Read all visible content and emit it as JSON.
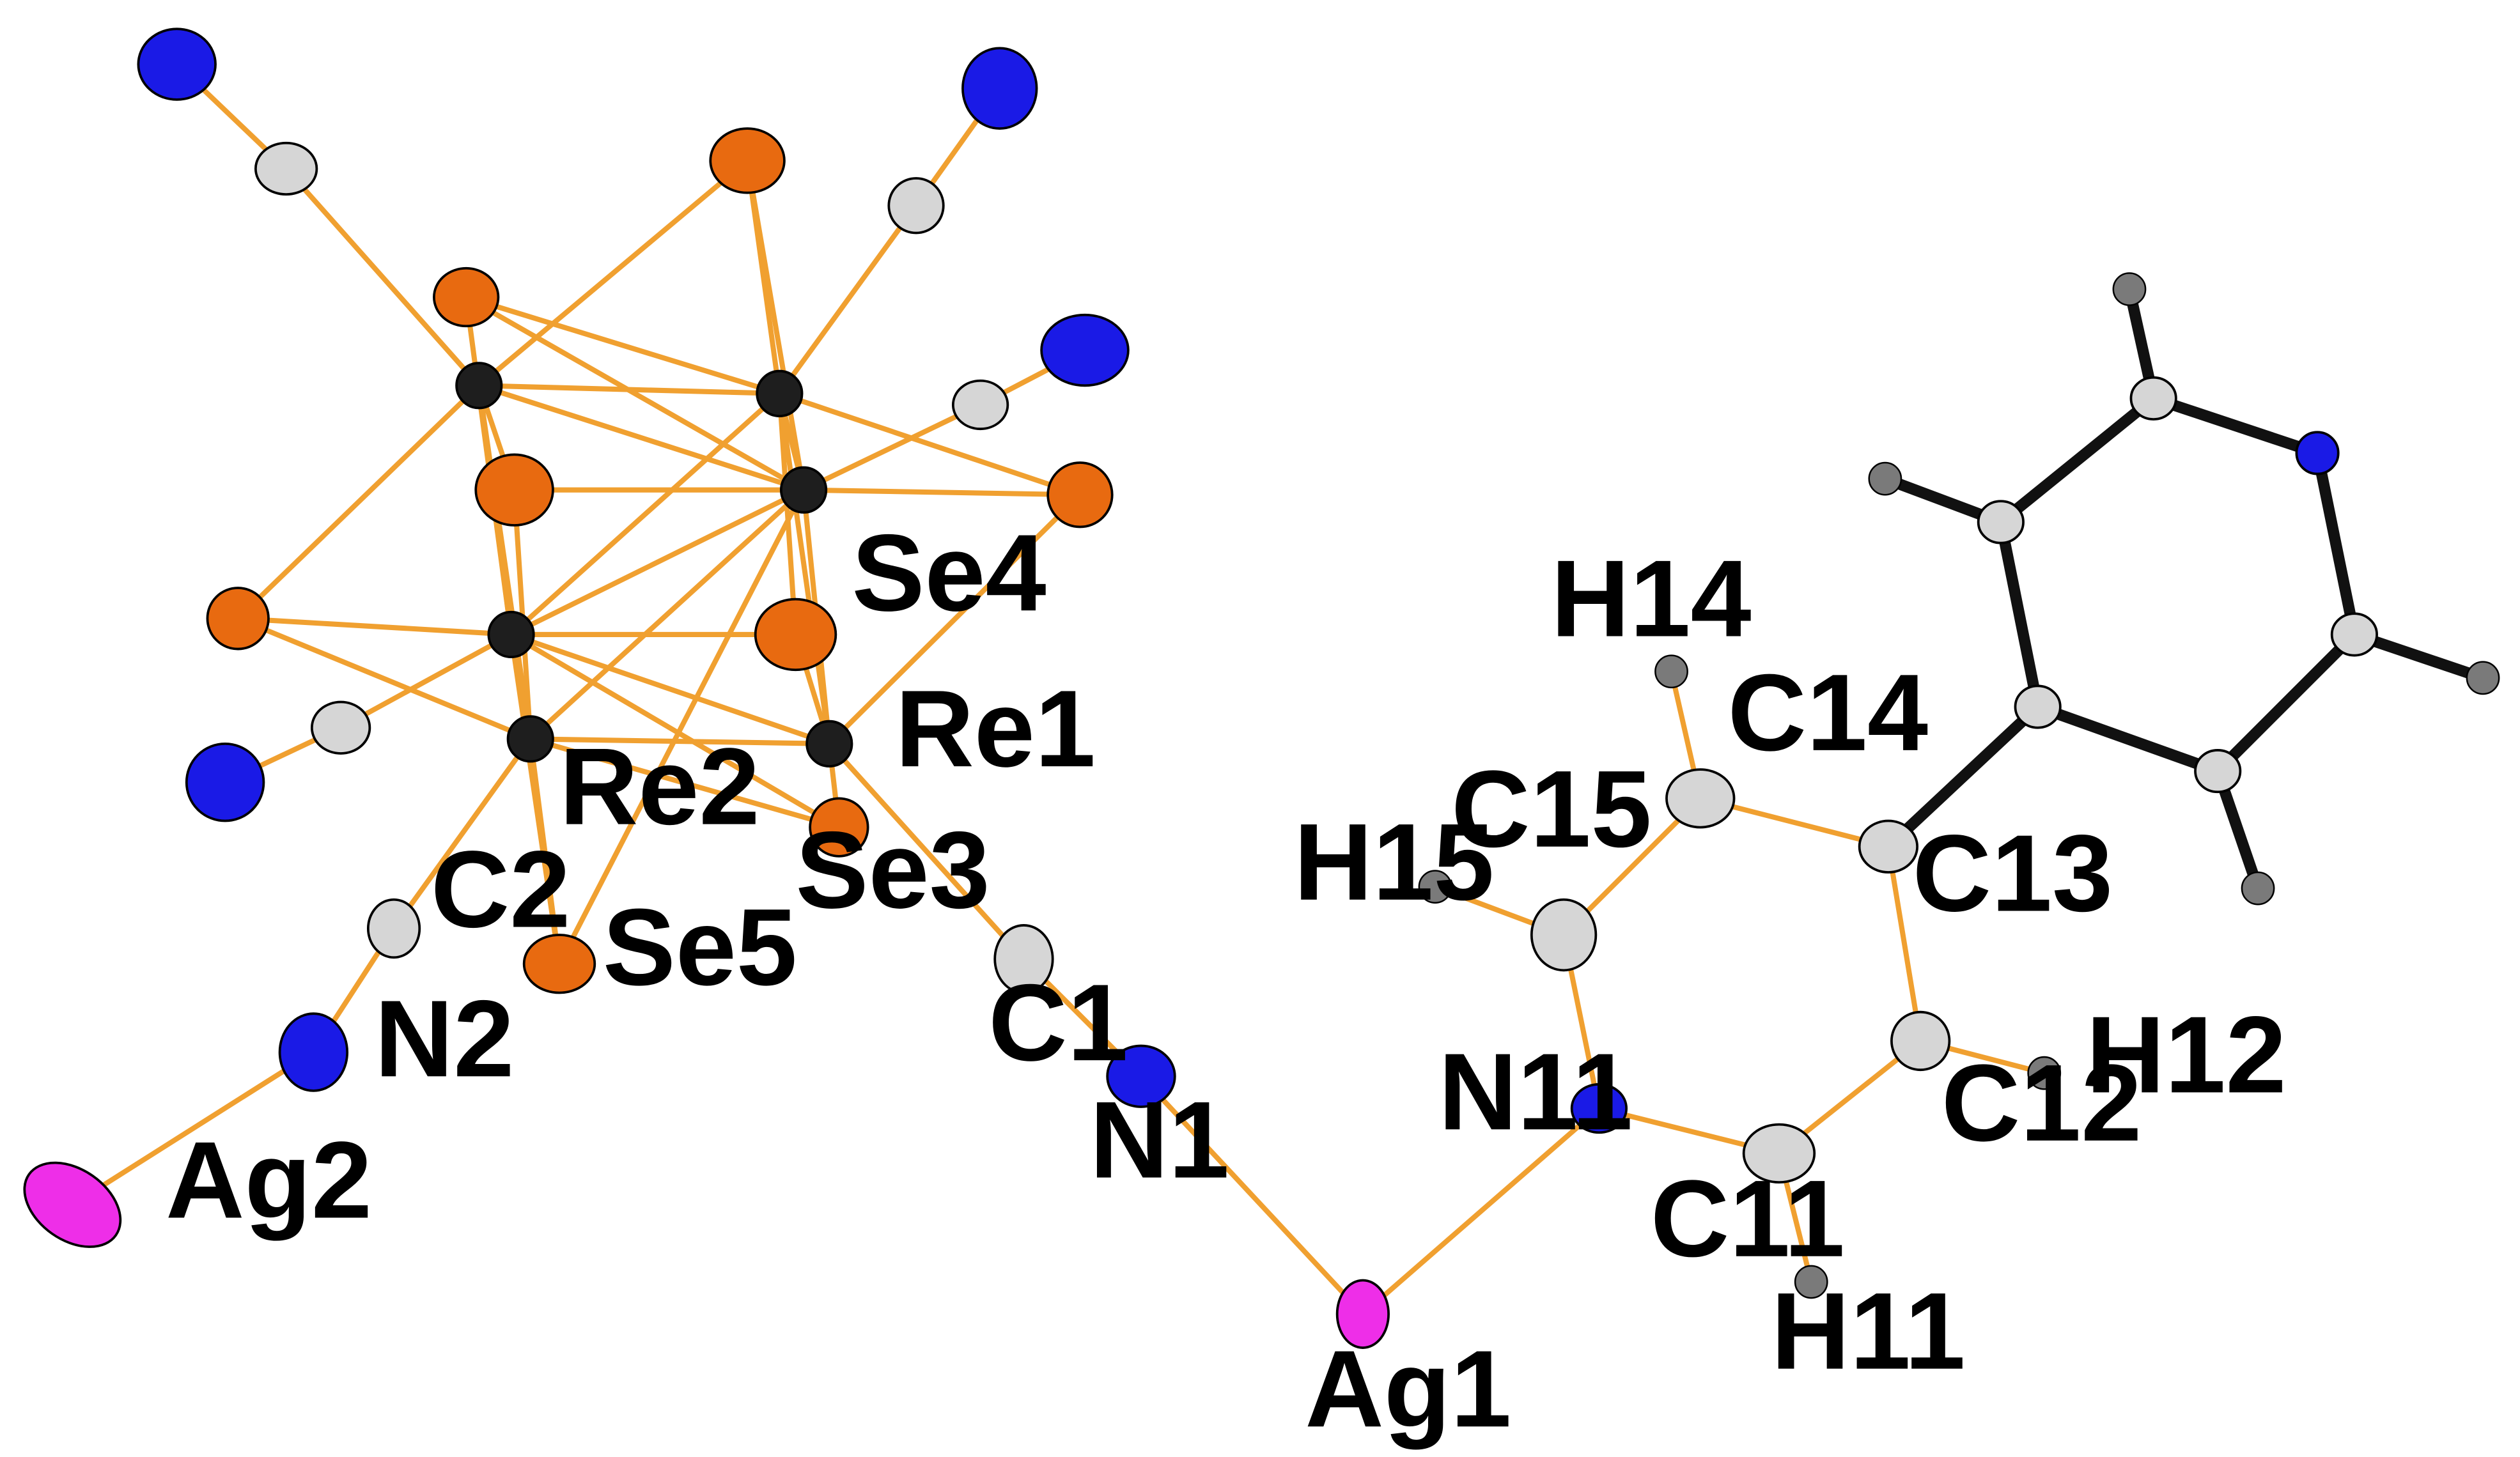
{
  "colors": {
    "re": "#1e1e1e",
    "se": "#e86a10",
    "c": "#d6d6d6",
    "n": "#1a1ae6",
    "ag": "#ee2ee8",
    "h": "#7a7a7a",
    "orange_bond": "#f0a030",
    "black_bond": "#111111"
  },
  "labels": {
    "se4": "Se4",
    "re1": "Re1",
    "re2": "Re2",
    "se3": "Se3",
    "se5": "Se5",
    "c2": "C2",
    "n2": "N2",
    "ag2": "Ag2",
    "c1": "C1",
    "n1": "N1",
    "ag1": "Ag1",
    "n11": "N11",
    "c11": "C11",
    "h11": "H11",
    "c12": "C12",
    "h12": "H12",
    "c13": "C13",
    "c14": "C14",
    "h14": "H14",
    "c15": "C15",
    "h15": "H15"
  }
}
